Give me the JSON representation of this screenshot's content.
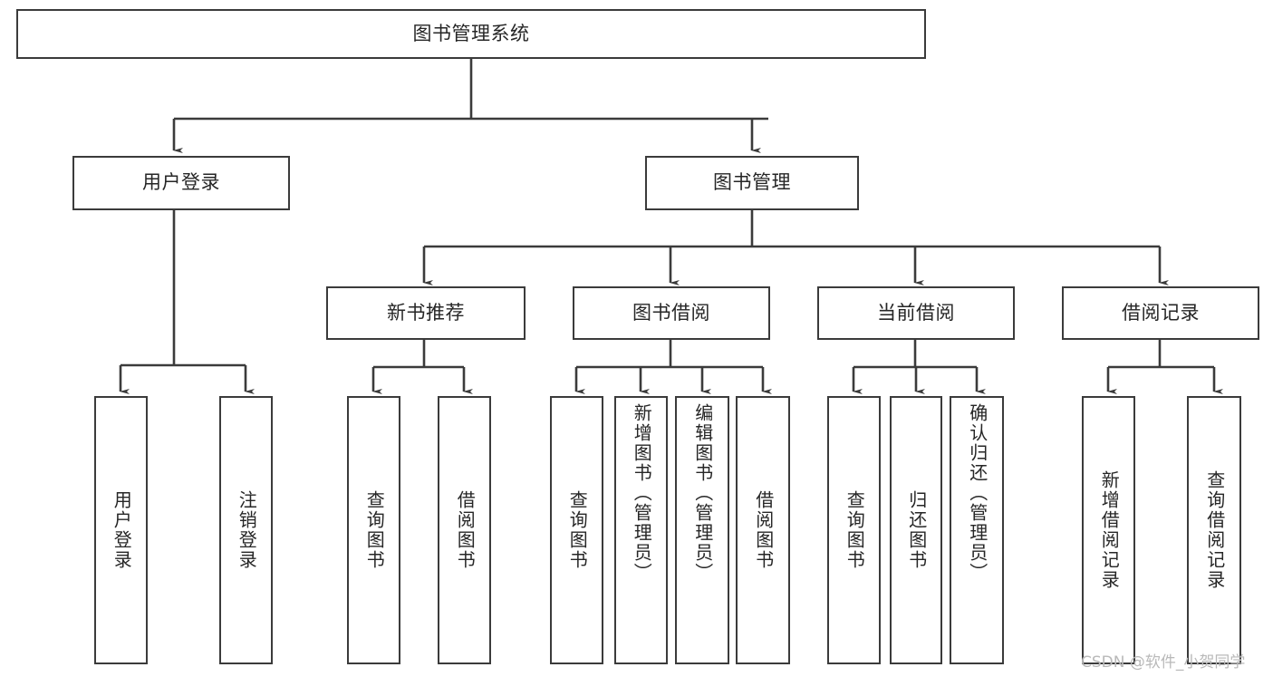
{
  "diagram": {
    "title": "图书管理系统",
    "type": "tree-hierarchy-chart",
    "colors": {
      "box_border": "#3b3b3b",
      "box_fill": "#ffffff",
      "edge": "#3b3b3b",
      "text": "#262626",
      "background": "#ffffff",
      "watermark": "#b9b9b9"
    }
  },
  "root": {
    "label": "图书管理系统"
  },
  "level2": {
    "user_login": "用户登录",
    "book_manage": "图书管理"
  },
  "level3": {
    "new_book_recommend": "新书推荐",
    "book_borrow": "图书借阅",
    "current_borrow": "当前借阅",
    "borrow_record": "借阅记录"
  },
  "leaves": {
    "user_login": [
      {
        "label": "用户登录"
      },
      {
        "label": "注销登录"
      }
    ],
    "new_book_recommend": [
      {
        "label": "查询图书"
      },
      {
        "label": "借阅图书"
      }
    ],
    "book_borrow": [
      {
        "label": "查询图书"
      },
      {
        "label": "新增图书（管理员）"
      },
      {
        "label": "编辑图书（管理员）"
      },
      {
        "label": "借阅图书"
      }
    ],
    "current_borrow": [
      {
        "label": "查询图书"
      },
      {
        "label": "归还图书"
      },
      {
        "label": "确认归还（管理员）"
      }
    ],
    "borrow_record": [
      {
        "label": "新增借阅记录"
      },
      {
        "label": "查询借阅记录"
      }
    ]
  },
  "watermark": {
    "text": "CSDN @软件_小贺同学"
  }
}
